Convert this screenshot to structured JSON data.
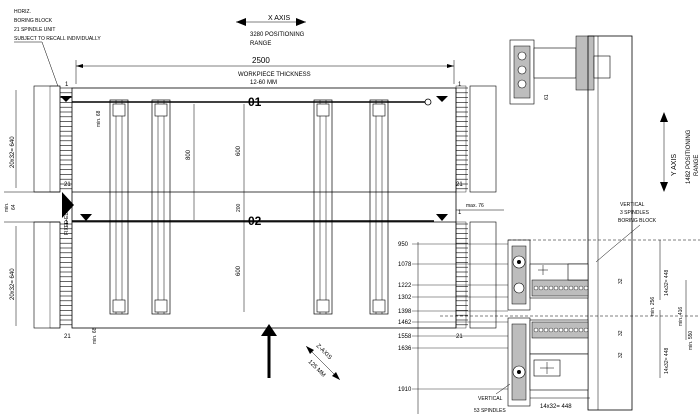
{
  "horizontal_block": {
    "line1": "HORIZ.",
    "line2": "BORING BLOCK",
    "line3": "21 SPINDLE UNIT",
    "line4": "SUBJECT TO RECALL INDIVIDUALLY"
  },
  "x_axis": {
    "label": "X AXIS",
    "range": "3280 POSITIONING",
    "range2": "RANGE"
  },
  "width_dim": "2500",
  "workpiece": {
    "label": "WORKPIECE THICKNESS",
    "range": "12-60 MM"
  },
  "rows": {
    "row1": "01",
    "row2": "02"
  },
  "vertical_dims": {
    "d1": "800",
    "d2": "600",
    "d3": "200",
    "d4": "600"
  },
  "spindle_labels": {
    "top": "1",
    "mid_top": "21",
    "mid_bot": "1",
    "bottom": "21"
  },
  "left_dims": {
    "upper": "20x32= 640",
    "lower": "20x32= 640",
    "min": "min.",
    "min_value": "64",
    "fixed_edge": "FIXED EDGE"
  },
  "min_68_top": "min. 68",
  "min_68_bottom": "min. 68",
  "max_76": "max. 76",
  "y_axis": {
    "label": "Y AXIS",
    "range": "1482 POSITIONING",
    "range2": "RANGE"
  },
  "z_axis": {
    "label": "Z-AXIS",
    "value": "125 MM"
  },
  "top_detail_dim": "61",
  "right_scale": [
    "950",
    "1078",
    "1222",
    "1302",
    "1398",
    "1462",
    "1558",
    "1636",
    "1910"
  ],
  "vertical_block_top": {
    "line1": "VERTICAL",
    "line2": "3 SPINDLES",
    "line3": "BORING BLOCK"
  },
  "vertical_block_bottom": {
    "line1": "VERTICAL",
    "line2": "53 SPINDLES"
  },
  "right_dims": {
    "d14x32_top": "14x32= 448",
    "d14x32_bot": "14x32= 448",
    "d14x32_bottom": "14x32= 448",
    "min256": "min. 256",
    "min416": "min. 416",
    "min550": "min. 550",
    "d32a": "32",
    "d32b": "32",
    "d32c": "32"
  }
}
